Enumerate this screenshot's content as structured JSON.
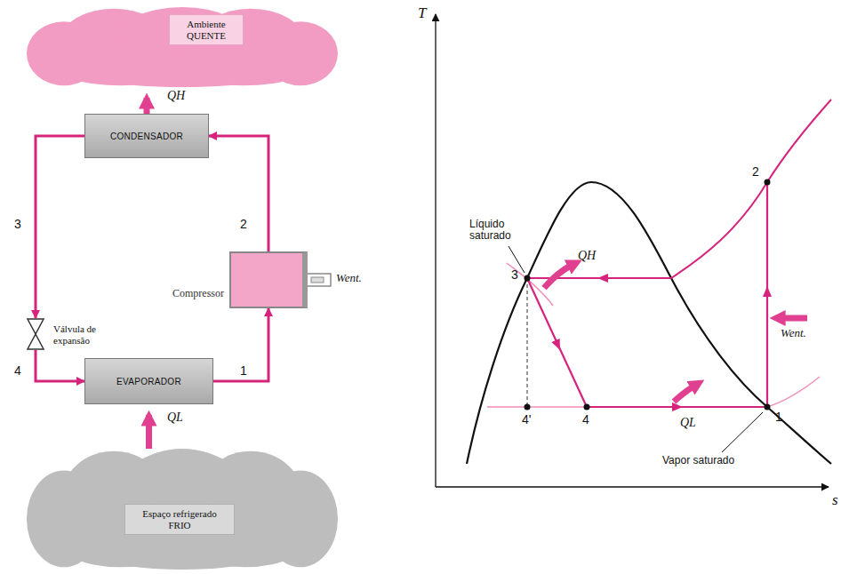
{
  "diagram": {
    "nodes": [
      {
        "text": [
          "Ambiente QUENTE"
        ]
      },
      {
        "text": [
          "CONDENSADOR"
        ]
      },
      {
        "text": [
          "Válvula de expansão"
        ]
      },
      {
        "text": [
          "Compressor"
        ]
      },
      {
        "text": [
          "EVAPORADOR"
        ]
      },
      {
        "text": [
          "Espaço refrigerado FRIO"
        ]
      }
    ],
    "edges": [
      {
        "from": 1,
        "to": 0,
        "arrow": "to",
        "label": "QH"
      },
      {
        "from": 1,
        "to": 2,
        "arrow": "to",
        "label": "3"
      },
      {
        "from": 2,
        "to": 4,
        "arrow": "to",
        "label": "4"
      },
      {
        "from": 4,
        "to": 3,
        "arrow": "to",
        "label": "1"
      },
      {
        "from": 3,
        "to": 1,
        "arrow": "to",
        "label": "2"
      },
      {
        "from": 5,
        "to": 4,
        "arrow": "to",
        "label": "QL"
      }
    ],
    "labels": [
      "Went.",
      "T",
      "s",
      "Líquido saturado",
      "Vapor saturado",
      "2",
      "QH",
      "3",
      "Went.",
      "4'",
      "4",
      "QL",
      "1"
    ]
  }
}
